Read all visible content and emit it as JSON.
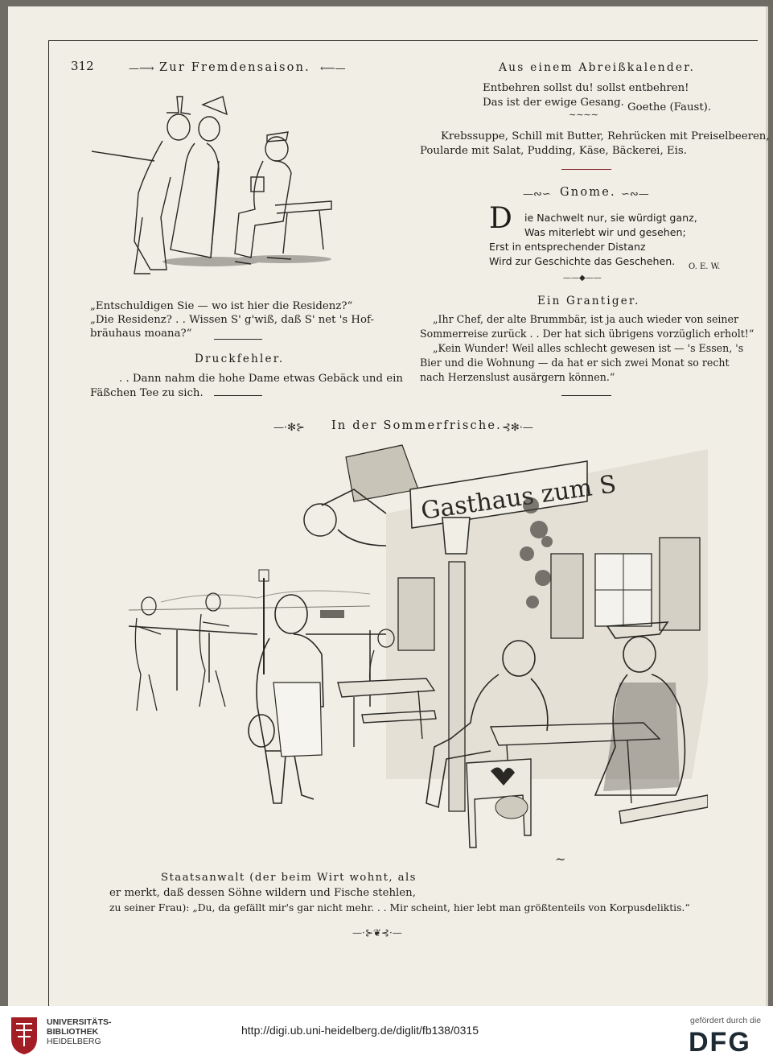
{
  "page": {
    "number": "312",
    "left": {
      "title": "Zur Fremdensaison.",
      "caption_lines": [
        "„Entschuldigen Sie — wo ist hier die Residenz?“",
        "„Die Residenz? . . Wissen S' g'wiß, daß S' net 's Hof-",
        "bräuhaus moana?“"
      ],
      "druckfehler": {
        "title": "Druckfehler.",
        "lines": [
          ". . Dann nahm die hohe Dame etwas Gebäck und ein",
          "Fäßchen Tee zu sich."
        ]
      }
    },
    "right": {
      "kalender": {
        "title": "Aus einem Abreißkalender.",
        "verse": [
          "Entbehren sollst du! sollst entbehren!",
          "Das ist der ewige Gesang."
        ],
        "attribution": "Goethe (Faust).",
        "menu": [
          "Krebssuppe, Schill mit Butter, Rehrücken mit Preiselbeeren,",
          "Poularde mit Salat, Pudding, Käse, Bäckerei, Eis."
        ]
      },
      "gnome": {
        "title": "Gnome.",
        "initial": "D",
        "lines": [
          "ie Nachwelt nur, sie würdigt ganz,",
          "Was miterlebt wir und gesehen;",
          "Erst in entsprechender Distanz",
          "Wird zur Geschichte das Geschehen."
        ],
        "signature": "O. E. W."
      },
      "grantiger": {
        "title": "Ein Grantiger.",
        "lines": [
          "„Ihr Chef, der alte Brummbär, ist ja auch wieder von seiner",
          "Sommerreise zurück . . Der hat sich übrigens vorzüglich erholt!“",
          "„Kein Wunder! Weil alles schlecht gewesen ist — 's Essen, 's",
          "Bier und die Wohnung — da hat er sich zwei Monat so recht",
          "nach Herzenslust ausärgern können.“"
        ]
      }
    },
    "sommerfrische": {
      "title": "In der Sommerfrische.",
      "sign_text": "Gasthaus zum S",
      "caption_lines": [
        "Staatsanwalt (der beim Wirt wohnt, als",
        "er merkt, daß dessen Söhne wildern und Fische stehlen,",
        "zu seiner Frau): „Du, da gefällt mir's gar nicht mehr. . . Mir scheint, hier lebt man größtenteils von Korpusdeliktis.“"
      ]
    }
  },
  "footer": {
    "library": [
      "UNIVERSITÄTS-",
      "BIBLIOTHEK",
      "HEIDELBERG"
    ],
    "url": "http://digi.ub.uni-heidelberg.de/diglit/fb138/0315",
    "funding": "gefördert durch die",
    "dfg": "DFG"
  },
  "colors": {
    "paper": "#f1eee6",
    "ink": "#1e1c18",
    "scan_background": "#6f6c66",
    "logo_red": "#a31d24"
  }
}
